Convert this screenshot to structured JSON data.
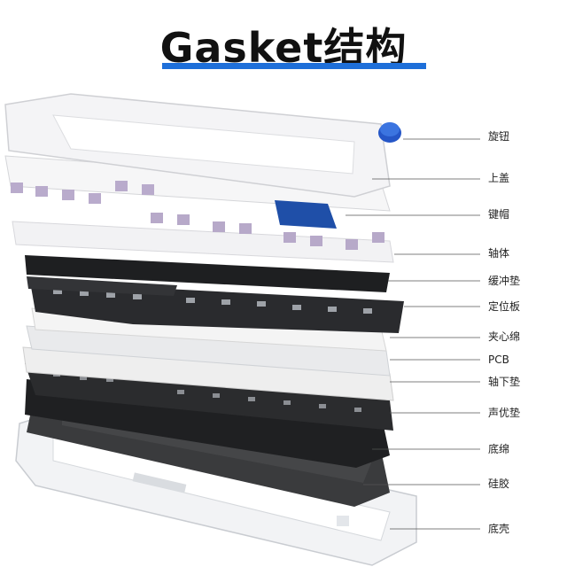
{
  "title": "Gasket结构",
  "accent_color": "#1e6fd9",
  "layers": [
    {
      "id": "knob",
      "label": "旋钮"
    },
    {
      "id": "top-case",
      "label": "上盖"
    },
    {
      "id": "keycaps",
      "label": "键帽"
    },
    {
      "id": "switches",
      "label": "轴体"
    },
    {
      "id": "gasket-pad",
      "label": "缓冲垫"
    },
    {
      "id": "plate",
      "label": "定位板"
    },
    {
      "id": "sandwich-foam",
      "label": "夹心绵"
    },
    {
      "id": "pcb",
      "label": "PCB"
    },
    {
      "id": "switch-pad",
      "label": "轴下垫"
    },
    {
      "id": "sound-pad",
      "label": "声优垫"
    },
    {
      "id": "bottom-foam",
      "label": "底绵"
    },
    {
      "id": "silicone",
      "label": "硅胶"
    },
    {
      "id": "bottom-case",
      "label": "底壳"
    }
  ]
}
